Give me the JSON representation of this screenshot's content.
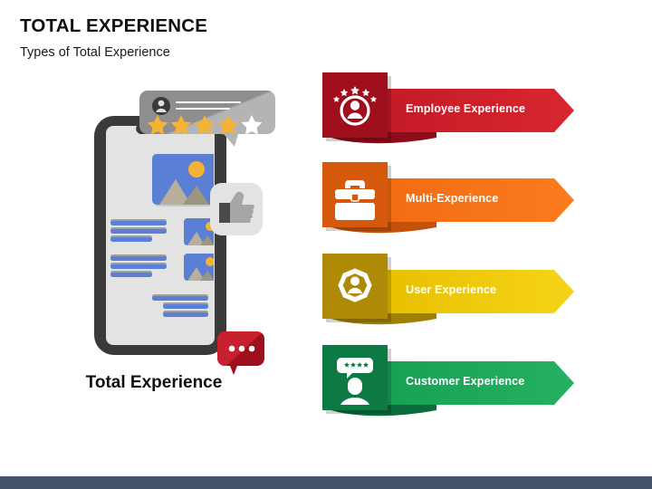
{
  "header": {
    "title": "TOTAL EXPERIENCE",
    "subtitle": "Types of Total Experience"
  },
  "illustration": {
    "caption": "Total Experience",
    "device_name": "smartphone-mockup",
    "review_bubble": {
      "name": "review-speech-bubble",
      "stars_total": 5,
      "stars_filled": 4,
      "star_filled_color": "#F5B335",
      "star_empty_color": "#FFFFFF",
      "bubble_color": "#9B9B9B",
      "avatar_color": "#3A3A3A"
    },
    "thumbs_up": {
      "name": "thumbs-up-badge",
      "tile_color": "#E3E3E3",
      "hand_color": "#A6A6A6",
      "cuff_color": "#4A4A4A"
    },
    "chat_bubble": {
      "name": "chat-bubble-badge",
      "color": "#B01621",
      "dots": 3
    },
    "screen": {
      "frame_color": "#3A3A3A",
      "screen_color": "#E3E3E3",
      "text_line_color": "#5A7FD4",
      "thumbnail_sky_color": "#5A7FD4",
      "thumbnail_sun_color": "#F5B335",
      "thumbnail_mountain_color": "#B9AE9B"
    }
  },
  "banners": [
    {
      "label": "Employee Experience",
      "icon": "person-stars-icon",
      "icon_box_color": "#9E0E1D",
      "banner_color_from": "#D42330",
      "banner_color_to": "#C41B27",
      "tail_color": "#8E0C1A",
      "text_color": "#FFFFFF"
    },
    {
      "label": "Multi-Experience",
      "icon": "briefcase-icon",
      "icon_box_color": "#D4590C",
      "banner_color_from": "#F97316",
      "banner_color_to": "#F26B12",
      "tail_color": "#C2520B",
      "text_color": "#FFFFFF"
    },
    {
      "label": "User Experience",
      "icon": "user-octagon-icon",
      "icon_box_color": "#AE8A06",
      "banner_color_from": "#F2CE14",
      "banner_color_to": "#E8C000",
      "tail_color": "#A07F05",
      "text_color": "#FFFFFF"
    },
    {
      "label": "Customer Experience",
      "icon": "customer-review-icon",
      "icon_box_color": "#0E7A43",
      "banner_color_from": "#22A85C",
      "banner_color_to": "#16A155",
      "tail_color": "#0C6B3A",
      "text_color": "#FFFFFF"
    }
  ],
  "colors": {
    "footer_bar": "#46536b",
    "page_background": "#FFFFFF"
  }
}
